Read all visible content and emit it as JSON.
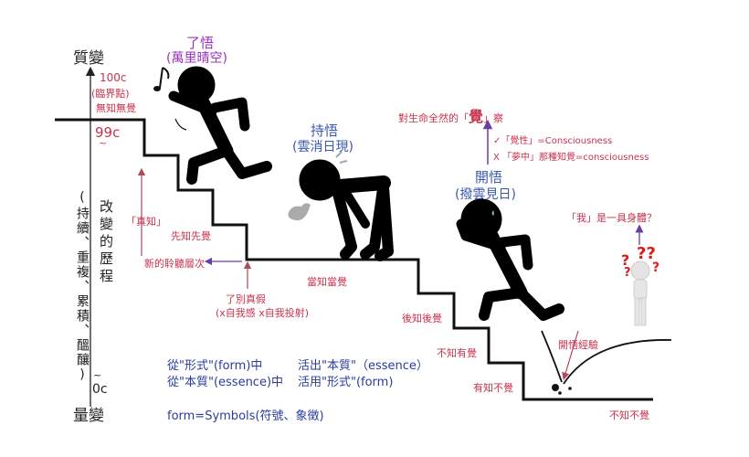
{
  "axis": {
    "top_label": "質變",
    "bottom_label": "量變",
    "mark_100c": "100c",
    "critical_point": "(臨界點)",
    "mark_99c": "99c",
    "tilde_top": "~",
    "tilde_bottom": "~",
    "mark_0c": "0c",
    "side_label_outer": "(持續、重複、累積、醞釀)",
    "side_label_inner": "改變的歷程"
  },
  "stages": {
    "liaowu": {
      "title": "了悟",
      "subtitle": "(萬里晴空)"
    },
    "chiwu": {
      "title": "持悟",
      "subtitle": "(雲消日現)"
    },
    "kaiwu": {
      "title": "開悟",
      "subtitle": "(撥雲見日)"
    }
  },
  "step_labels": {
    "wuzhi_wujue": "無知無覺",
    "xianzhi_xianjue": "先知先覺",
    "dangzhi_dangjue": "當知當覺",
    "houzhi_houjue": "後知後覺",
    "buzhi_youjue": "不知有覺",
    "youzhi_bujue": "有知不覺",
    "buzhi_bujue": "不知不覺"
  },
  "annotations": {
    "zhenzhi": "「真知」",
    "new_level": "新的聆聽層次",
    "discern_line1": "了別真假",
    "discern_line2": "(x自我感 x自我投射)",
    "awareness_title_pre": "對生命全然的「",
    "awareness_title_key": "覺",
    "awareness_title_post": "」察",
    "correct_item": "✓「覺性」=Consciousness",
    "wrong_item": "X 「夢中」那種知覺=consciousness",
    "self_question": "「我」是一具身體？",
    "enlightenment_experience": "開悟經驗"
  },
  "principles": {
    "line1_left": "從\"形式\"(form)中",
    "line1_right": "活出\"本質\"（essence）",
    "line2_left": "從\"本質\"(essence)中",
    "line2_right": "活用\"形式\"(form)",
    "definition": "form=Symbols(符號、象徵)"
  },
  "colors": {
    "red": "#c8324e",
    "purple": "#9b30c0",
    "blue": "#3a58b0",
    "arrow_purple": "#6a3ea8",
    "arrow_red": "#b04a5a",
    "line": "#111111"
  }
}
